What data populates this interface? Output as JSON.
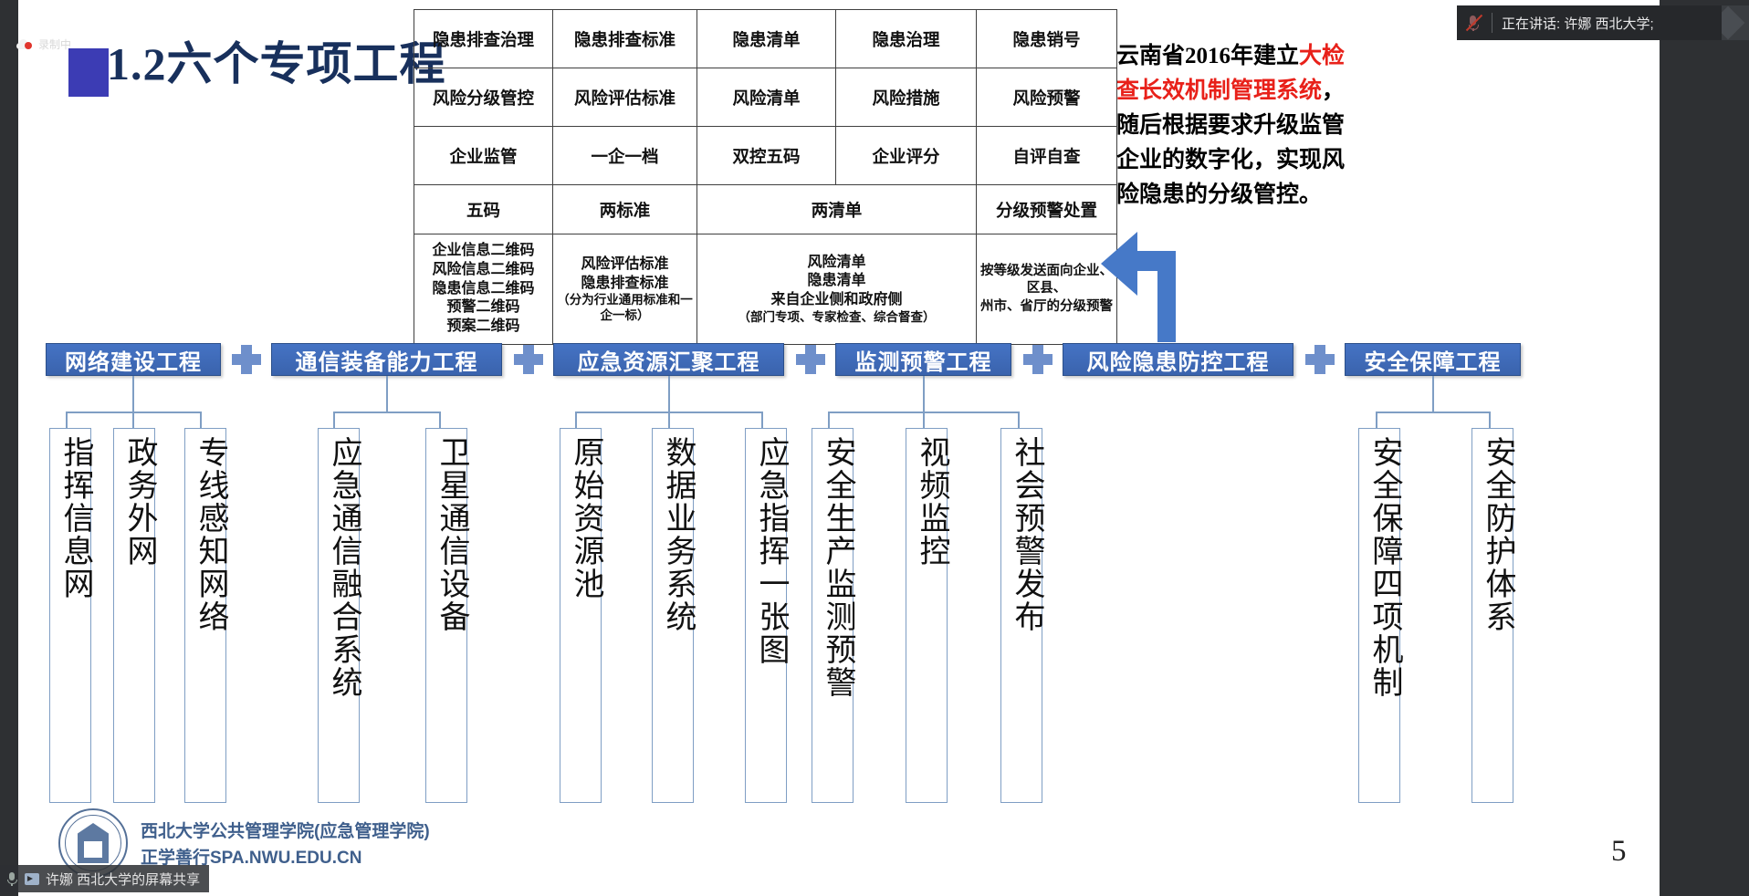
{
  "meeting": {
    "speaker_bar": {
      "mic_icon": "mic-muted-icon",
      "label": "正在讲话: 许娜 西北大学;"
    },
    "recording_badge": {
      "icon": "cloud-record-icon",
      "label": "录制中"
    },
    "share_bar": {
      "mic_icon": "mic-icon",
      "screen_icon": "screen-share-icon",
      "label": "许娜 西北大学的屏幕共享"
    }
  },
  "slide": {
    "title": "1.2六个专项工程",
    "page_number": "5",
    "matrix": {
      "rows": [
        [
          "隐患排查治理",
          "隐患排查标准",
          "隐患清单",
          "隐患治理",
          "隐患销号"
        ],
        [
          "风险分级管控",
          "风险评估标准",
          "风险清单",
          "风险措施",
          "风险预警"
        ],
        [
          "企业监管",
          "一企一档",
          "双控五码",
          "企业评分",
          "自评自查"
        ]
      ],
      "summary_headers": [
        "五码",
        "两标准",
        "两清单",
        "分级预警处置"
      ],
      "summary_cells": [
        "企业信息二维码\n风险信息二维码\n隐患信息二维码\n预警二维码\n预案二维码",
        "风险评估标准\n隐患排查标准",
        "风险清单\n隐患清单\n来自企业侧和政府侧",
        "按等级发送面向企业、区县、\n州市、省厅的分级预警"
      ],
      "summary_notes": [
        "",
        "（分为行业通用标准和一企一标）",
        "（部门专项、专家检查、综合督查）",
        ""
      ]
    },
    "right_note": {
      "before": "云南省2016年建立",
      "highlight": "大检查长效机制管理系统",
      "after": "，随后根据要求升级监管企业的数字化，实现风险隐患的分级管控。"
    },
    "arrow_icon": "left-arrow-icon",
    "projects": [
      {
        "banner": "网络建设工程",
        "children": [
          "指挥信息网",
          "政务外网",
          "专线感知网络"
        ]
      },
      {
        "banner": "通信装备能力工程",
        "children": [
          "应急通信融合系统",
          "卫星通信设备"
        ]
      },
      {
        "banner": "应急资源汇聚工程",
        "children": [
          "原始资源池",
          "数据业务系统",
          "应急指挥一张图"
        ]
      },
      {
        "banner": "监测预警工程",
        "children": [
          "安全生产监测预警",
          "视频监控",
          "社会预警发布"
        ]
      },
      {
        "banner": "风险隐患防控工程",
        "children": []
      },
      {
        "banner": "安全保障工程",
        "children": [
          "安全保障四项机制",
          "安全防护体系"
        ]
      }
    ],
    "plus_separator": "plus-icon",
    "footer": {
      "logo_icon": "nwu-logo-icon",
      "line1": "西北大学公共管理学院(应急管理学院)",
      "line2": "正学善行SPA.NWU.EDU.CN"
    }
  },
  "colors": {
    "banner_blue": "#4573c4",
    "title_navy": "#18305c",
    "highlight_red": "#e8211a",
    "line_blue": "#7f9ec4",
    "chrome_dark": "#2e3033"
  }
}
